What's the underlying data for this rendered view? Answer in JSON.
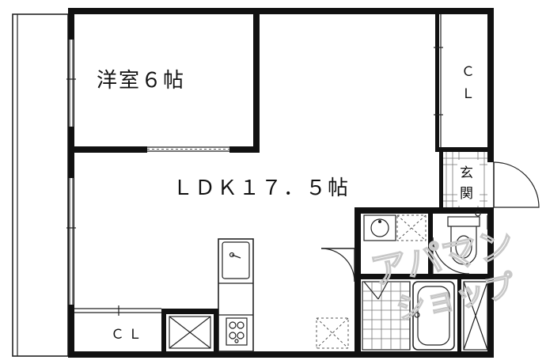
{
  "rooms": {
    "western_room": "洋室６帖",
    "ldk": "ＬＤＫ１７．５帖",
    "closet_right": [
      "Ｃ",
      "Ｌ"
    ],
    "closet_bottom": "ＣＬ",
    "entrance": [
      "玄",
      "関"
    ]
  },
  "watermark": {
    "line1": "アパマン",
    "line2": "ショップ"
  },
  "colors": {
    "wall": "#111111",
    "line": "#222222",
    "watermark": "#c8c8c8"
  }
}
